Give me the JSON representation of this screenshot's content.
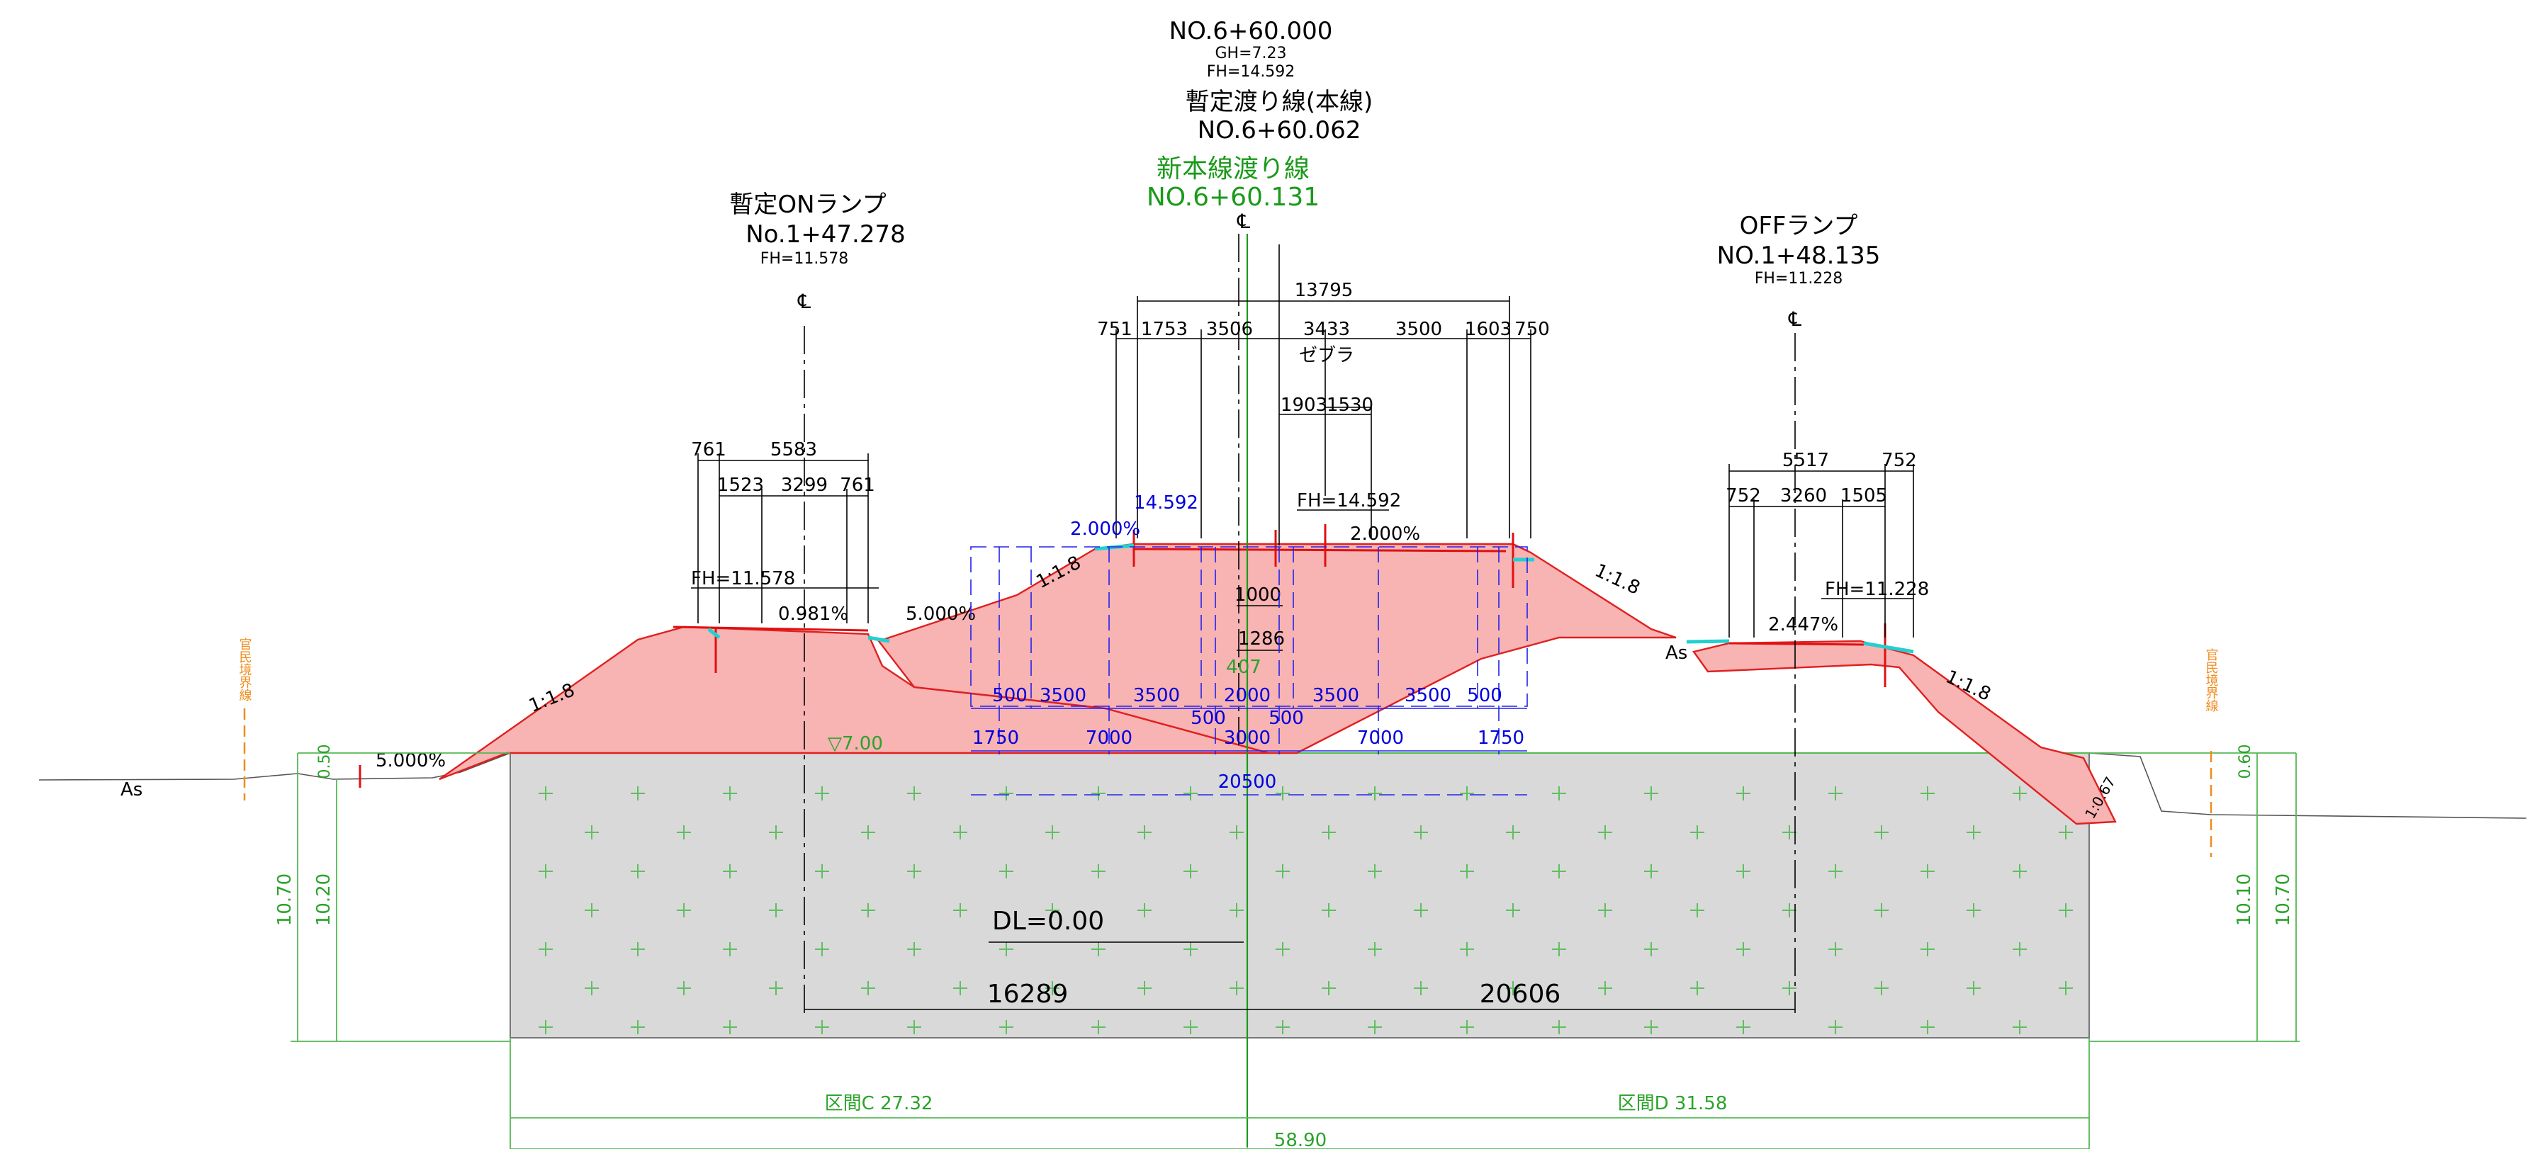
{
  "titles": {
    "main_station": "NO.6+60.000",
    "main_gh": "GH=7.23",
    "main_fh": "FH=14.592",
    "temp_line": "暫定渡り線(本線)",
    "temp_line_station": "NO.6+60.062",
    "new_line": "新本線渡り線",
    "new_line_station": "NO.6+60.131",
    "on_ramp": "暫定ONランプ",
    "on_ramp_station": "No.1+47.278",
    "on_ramp_fh": "FH=11.578",
    "off_ramp": "OFFランプ",
    "off_ramp_station": "NO.1+48.135",
    "off_ramp_fh": "FH=11.228"
  },
  "centerline_symbol": "℄",
  "top_dims": {
    "total": "13795",
    "segments": [
      "751",
      "1753",
      "3506",
      "3433",
      "3500",
      "1603",
      "750"
    ],
    "zebra": "ゼブラ",
    "inner": [
      "1903",
      "1530"
    ]
  },
  "left_dims": {
    "row1": [
      "761",
      "5583"
    ],
    "row2": [
      "1523",
      "3299",
      "761"
    ]
  },
  "right_dims": {
    "row1": [
      "5517",
      "752"
    ],
    "row2": [
      "752",
      "3260",
      "1505"
    ]
  },
  "levels": {
    "left_fh": "FH=11.578",
    "center_fh": "FH=14.592",
    "center_fh_blue": "14.592",
    "right_fh": "FH=11.228",
    "ground": "▽7.00",
    "datum": "DL=0.00"
  },
  "slopes": {
    "left_outer": "1:1.8",
    "center_left": "1:1.8",
    "center_right": "1:1.8",
    "right_outer": "1:1.8",
    "right_small": "1:0.67"
  },
  "grades": {
    "left_ramp": "0.981%",
    "left_shoulder": "5.000%",
    "center_left": "2.000%",
    "center_right": "2.000%",
    "right_ramp": "2.447%",
    "far_left": "5.000%"
  },
  "center_vert": [
    "1000",
    "1286",
    "407"
  ],
  "blue_dims": {
    "row1": [
      "500",
      "3500",
      "3500",
      "2000",
      "3500",
      "3500",
      "500"
    ],
    "row1_sub": [
      "500",
      "500"
    ],
    "row2": [
      "1750",
      "7000",
      "3000",
      "7000",
      "1750"
    ],
    "total": "20500"
  },
  "bottom_dims": {
    "left_offset": "16289",
    "right_offset": "20606",
    "section_c": "区間C  27.32",
    "section_d": "区間D  31.58",
    "total": "58.90"
  },
  "heights": {
    "left_outer": "10.70",
    "left_inner": "10.20",
    "left_top": "0.50",
    "right_outer": "10.70",
    "right_inner": "10.10",
    "right_top": "0.60"
  },
  "boundary": "官民境界線",
  "pavement": "As",
  "colors": {
    "embankment_fill": "#f8b3b3",
    "embankment_line": "#e02020",
    "foundation": "#d9d9d9",
    "dims_blue": "#2222ee",
    "dims_green": "#55b855",
    "new_line_green": "#1a9a1a",
    "boundary_orange": "#f08c1e",
    "drain_cyan": "#22d0d0"
  }
}
